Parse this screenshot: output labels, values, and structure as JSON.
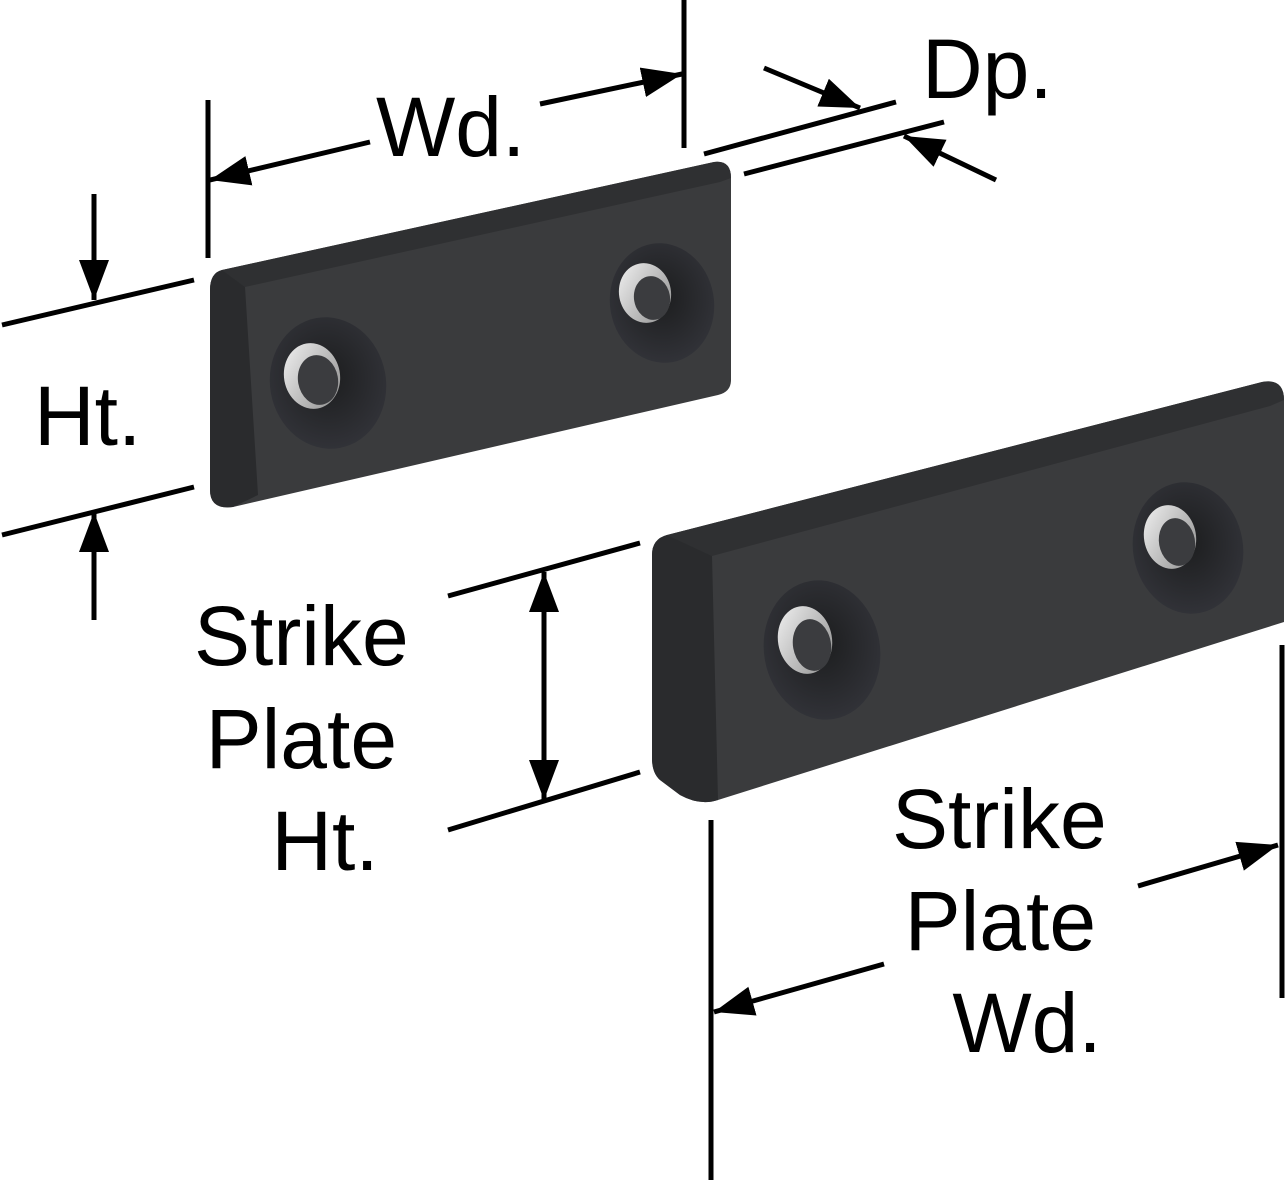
{
  "labels": {
    "width": "Wd.",
    "depth": "Dp.",
    "height": "Ht.",
    "strike_height": {
      "line1": "Strike",
      "line2": "Plate",
      "line3": "Ht."
    },
    "strike_width": {
      "line1": "Strike",
      "line2": "Plate",
      "line3": "Wd."
    }
  },
  "colors": {
    "part_face": "#3a3b3d",
    "part_bevel": "#2b2c2e",
    "hole_rim": "#262728",
    "hole_bore": "#c9c9c9",
    "dimension_line": "#000000"
  }
}
